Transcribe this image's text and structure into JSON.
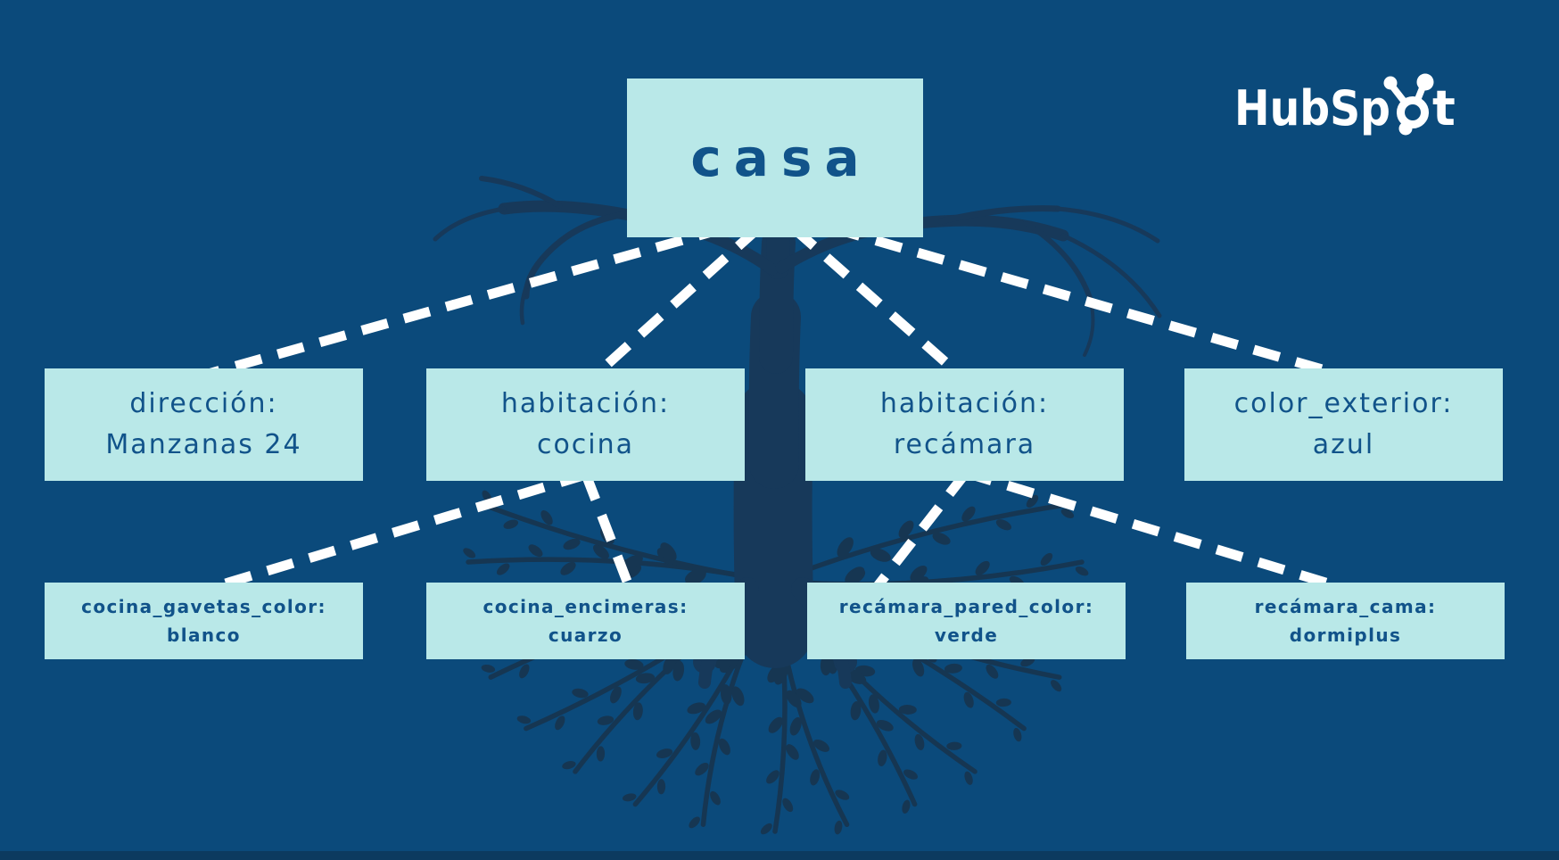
{
  "brand": {
    "name": "HubSpot",
    "logo_text_pre": "HubSp",
    "logo_text_post": "t"
  },
  "diagram": {
    "type": "tree",
    "root": {
      "label": "casa"
    },
    "level1": [
      {
        "key": "dirección:",
        "value": "Manzanas 24",
        "parent": "casa"
      },
      {
        "key": "habitación:",
        "value": "cocina",
        "parent": "casa"
      },
      {
        "key": "habitación:",
        "value": "recámara",
        "parent": "casa"
      },
      {
        "key": "color_exterior:",
        "value": "azul",
        "parent": "casa"
      }
    ],
    "level2": [
      {
        "key": "cocina_gavetas_color:",
        "value": "blanco",
        "parent": "habitación: cocina"
      },
      {
        "key": "cocina_encimeras:",
        "value": "cuarzo",
        "parent": "habitación: cocina"
      },
      {
        "key": "recámara_pared_color:",
        "value": "verde",
        "parent": "habitación: recámara"
      },
      {
        "key": "recámara_cama:",
        "value": "dormiplus",
        "parent": "habitación: recámara"
      }
    ]
  },
  "colors": {
    "background": "#0b4a7b",
    "node_fill": "#b9e8e8",
    "node_text": "#11538a",
    "connector": "#ffffff",
    "tree_branches": "#17395a",
    "tree_leaves": "#163652",
    "logo": "#ffffff",
    "footer_bar": "#0c3a5f"
  }
}
